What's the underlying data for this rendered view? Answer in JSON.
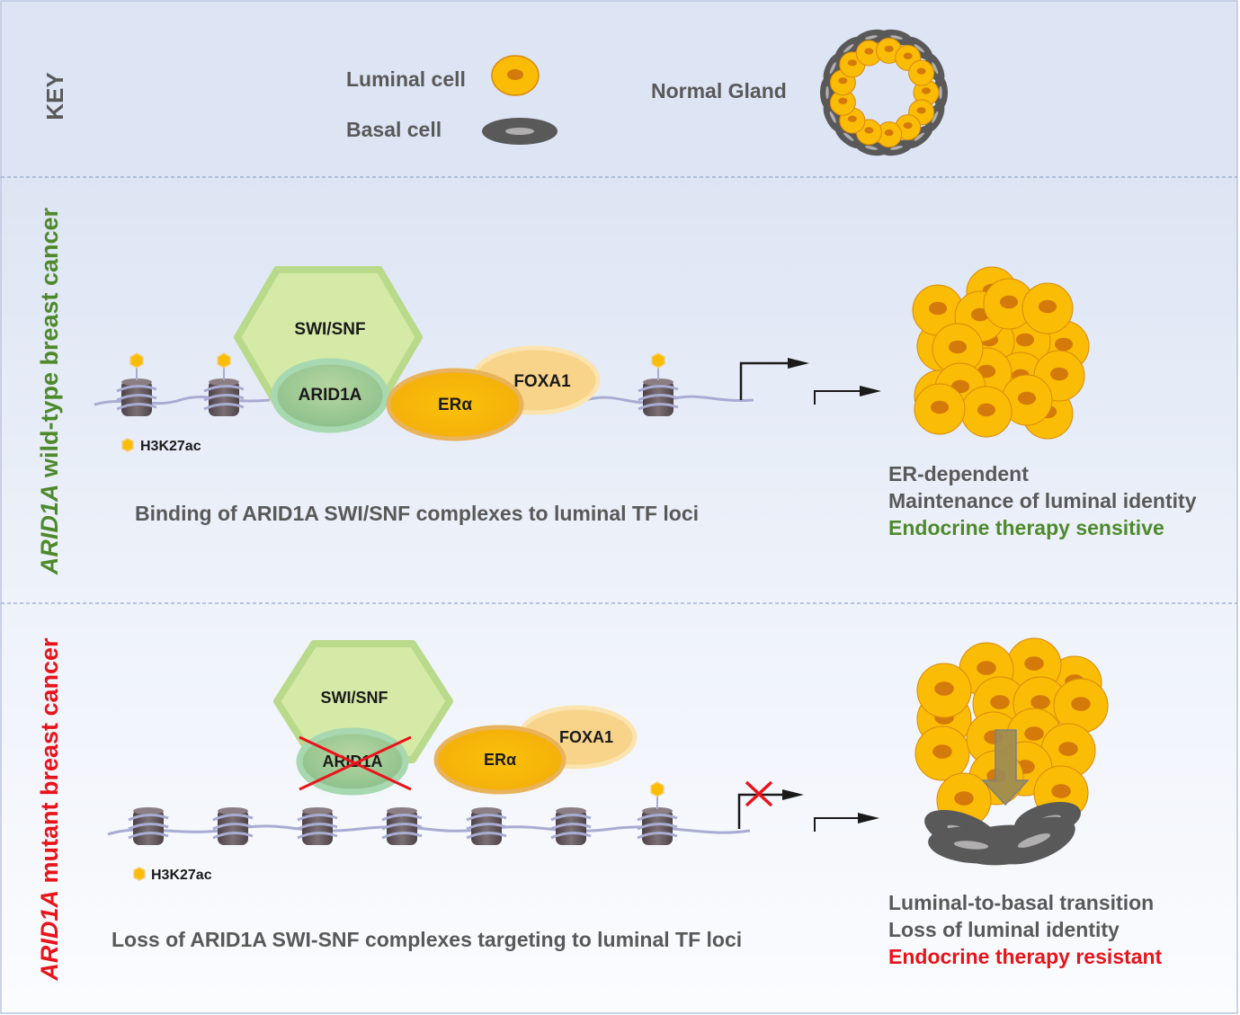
{
  "key": {
    "title": "KEY",
    "luminal_cell": "Luminal cell",
    "basal_cell": "Basal cell",
    "normal_gland": "Normal Gland"
  },
  "wildtype": {
    "side_label_gene": "ARID1A",
    "side_label_rest": " wild-type breast cancer",
    "swisnf": "SWI/SNF",
    "arid1a": "ARID1A",
    "era": "ERα",
    "foxa1": "FOXA1",
    "h3k27ac": "H3K27ac",
    "caption": "Binding of ARID1A SWI/SNF complexes to luminal TF loci",
    "outcomes": [
      "ER-dependent",
      "Maintenance of luminal identity",
      "Endocrine therapy sensitive"
    ]
  },
  "mutant": {
    "side_label_gene": "ARID1A",
    "side_label_rest": " mutant breast cancer",
    "swisnf": "SWI/SNF",
    "arid1a": "ARID1A",
    "era": "ERα",
    "foxa1": "FOXA1",
    "h3k27ac": "H3K27ac",
    "caption": "Loss of ARID1A SWI-SNF complexes targeting to luminal TF loci",
    "outcomes": [
      "Luminal-to-basal transition",
      "Loss of luminal identity",
      "Endocrine therapy resistant"
    ]
  },
  "colors": {
    "key_bg": "#dde5f4",
    "wildtype_label": "#4e8a2c",
    "mutant_label": "#e8141b",
    "text_gray": "#595959",
    "luminal_fill": "#fbbc05",
    "luminal_nucleus": "#d47a0a",
    "basal_fill": "#595959",
    "basal_nucleus": "#b0aeae"
  }
}
